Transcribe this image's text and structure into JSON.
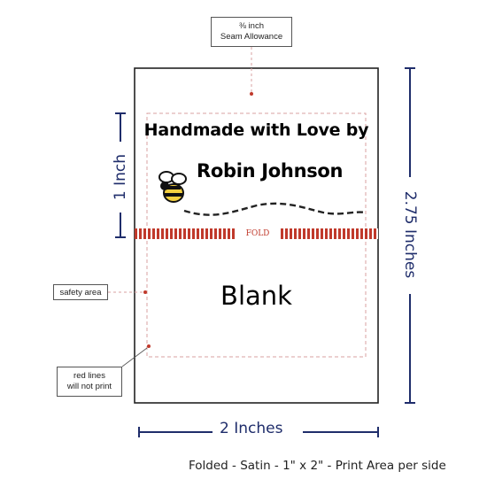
{
  "label": {
    "line1": "Handmade with Love by",
    "line2": "Robin Johnson",
    "fold": "FOLD",
    "back": "Blank"
  },
  "callouts": {
    "seam_allowance": [
      "⅜ inch",
      "Seam Allowance"
    ],
    "safety_area": "safety area",
    "red_lines": [
      "red lines",
      "will not print"
    ]
  },
  "dimensions": {
    "width": "2 Inches",
    "height": "2.75 Inches",
    "section": "1 Inch"
  },
  "footer": "Folded - Satin - 1\" x 2\" - Print Area per side",
  "colors": {
    "dimension": "#1f2d6b",
    "red_lines": "#d9a0a0",
    "fold_stripe": "#c0392b",
    "bee_body": "#f4d03f"
  },
  "icons": [
    "bee-icon"
  ]
}
